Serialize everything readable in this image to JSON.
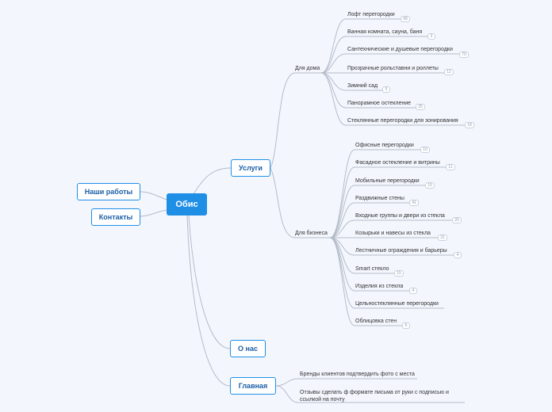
{
  "root": {
    "label": "Обис"
  },
  "left_nodes": [
    {
      "id": "portfolio",
      "label": "Наши работы"
    },
    {
      "id": "contacts",
      "label": "Контакты"
    }
  ],
  "services": {
    "label": "Услуги",
    "home": {
      "label": "Для дома",
      "items": [
        {
          "label": "Лофт перегородки",
          "count": "68"
        },
        {
          "label": "Ванная комната, сауна, баня",
          "count": "3"
        },
        {
          "label": "Сантехнические и душевые перегородки",
          "count": "70"
        },
        {
          "label": "Прозрачные рольставни и роллеты",
          "count": "12"
        },
        {
          "label": "Зимний сад",
          "count": "5"
        },
        {
          "label": "Панорамное остекление",
          "count": "25"
        },
        {
          "label": "Стеклянные перегородки для зонирования",
          "count": "18"
        }
      ]
    },
    "business": {
      "label": "Для бизнеса",
      "items": [
        {
          "label": "Офисные перегородки",
          "count": "10"
        },
        {
          "label": "Фасадное остекление и витрины",
          "count": "11"
        },
        {
          "label": "Мобильные перегородки",
          "count": "15"
        },
        {
          "label": "Раздвижные стены",
          "count": "41"
        },
        {
          "label": "Входные группы и двери из стекла",
          "count": "20"
        },
        {
          "label": "Козырьки и навесы из стекла",
          "count": "21"
        },
        {
          "label": "Лестничные ограждения и барьеры",
          "count": "4"
        },
        {
          "label": "Smart стекло",
          "count": "15"
        },
        {
          "label": "Изделия из стекла",
          "count": "4"
        },
        {
          "label": "Цельностеклянные перегородки",
          "count": ""
        },
        {
          "label": "Облицовка стен",
          "count": "6"
        }
      ]
    }
  },
  "about": {
    "label": "О нас"
  },
  "main_page": {
    "label": "Главная",
    "notes": [
      {
        "text": "Бренды клиентов подтвердить фото с места"
      },
      {
        "line1": "Отзывы сделать ф формате письма от руки с подписью и",
        "line2": "ссылкой на почту"
      }
    ]
  },
  "colors": {
    "accent": "#1f8fe6",
    "text_dark": "#1b5ea6",
    "line": "#b4bcc8"
  }
}
